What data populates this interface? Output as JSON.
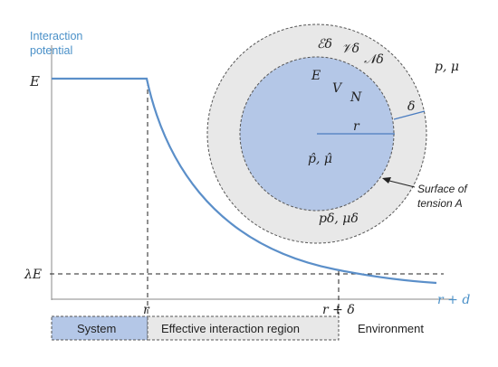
{
  "axes": {
    "y_label_line1": "Interaction",
    "y_label_line2": "potential",
    "x_label": "r + d",
    "tick_E": "E",
    "tick_lambdaE": "λE",
    "tick_r": "r",
    "tick_r_plus_delta": "r + δ"
  },
  "circle": {
    "outer_symbols": [
      "ℰδ",
      "𝒱δ",
      "𝒩δ"
    ],
    "inner_symbols": [
      "E",
      "V",
      "N"
    ],
    "radius_label": "r",
    "delta_label": "δ",
    "inner_state": "p̂, μ̂",
    "shell_state": "pδ, μδ",
    "environment_state": "p, μ",
    "surface_label_line1": "Surface of",
    "surface_label_line2": "tension A"
  },
  "bottom_bar": {
    "system": "System",
    "interaction_region": "Effective interaction region",
    "environment": "Environment"
  },
  "colors": {
    "axis_label": "#4a90c8",
    "curve": "#5b8fc9",
    "inner_fill": "#b4c7e7",
    "shell_fill": "#e8e8e8",
    "system_fill": "#b4c7e7",
    "region_fill": "#e8e8e8"
  }
}
